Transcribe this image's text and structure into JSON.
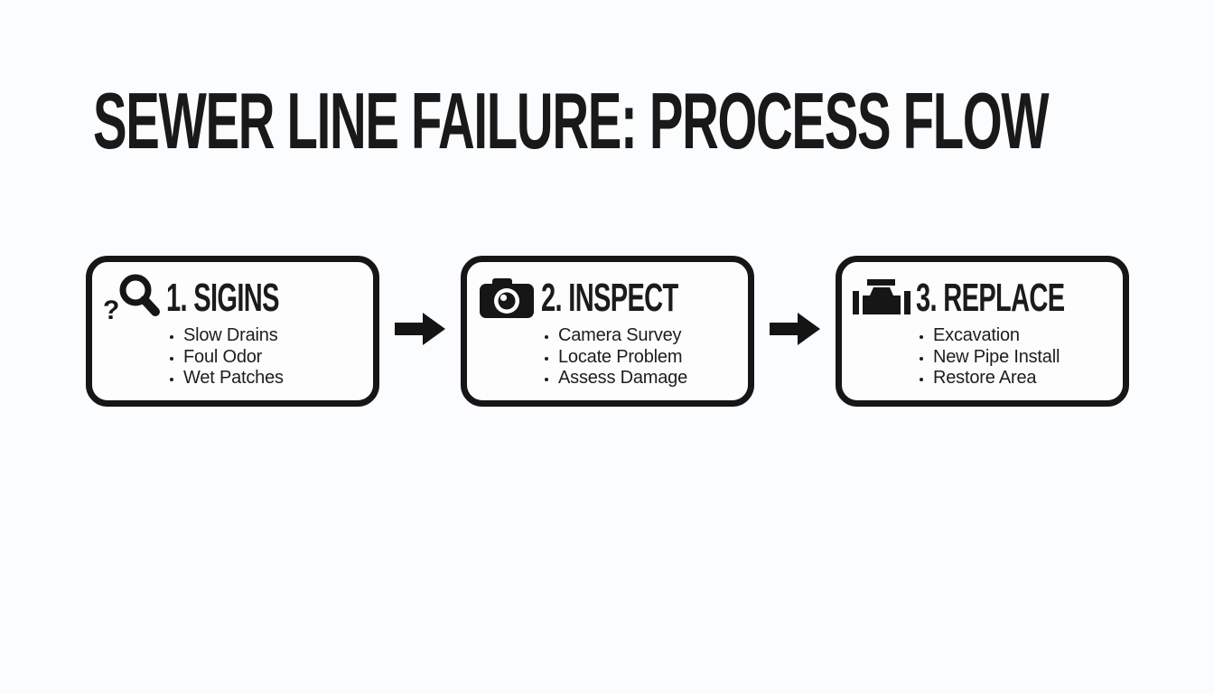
{
  "title": "SEWER LINE FAILURE: PROCESS FLOW",
  "flow": {
    "connector": "arrow-right",
    "steps": [
      {
        "icon": "magnifier-question-icon",
        "heading": "1. SIGINS",
        "bullets": [
          "Slow Drains",
          "Foul Odor",
          "Wet Patches"
        ]
      },
      {
        "icon": "camera-icon",
        "heading": "2. INSPECT",
        "bullets": [
          "Camera Survey",
          "Locate Problem",
          "Assess Damage"
        ]
      },
      {
        "icon": "pipe-fitting-icon",
        "heading": "3. REPLACE",
        "bullets": [
          "Excavation",
          "New Pipe Install",
          "Restore Area"
        ]
      }
    ]
  },
  "colors": {
    "ink": "#161616",
    "background": "#fbfcfd",
    "box_background": "#fdfdfe"
  }
}
